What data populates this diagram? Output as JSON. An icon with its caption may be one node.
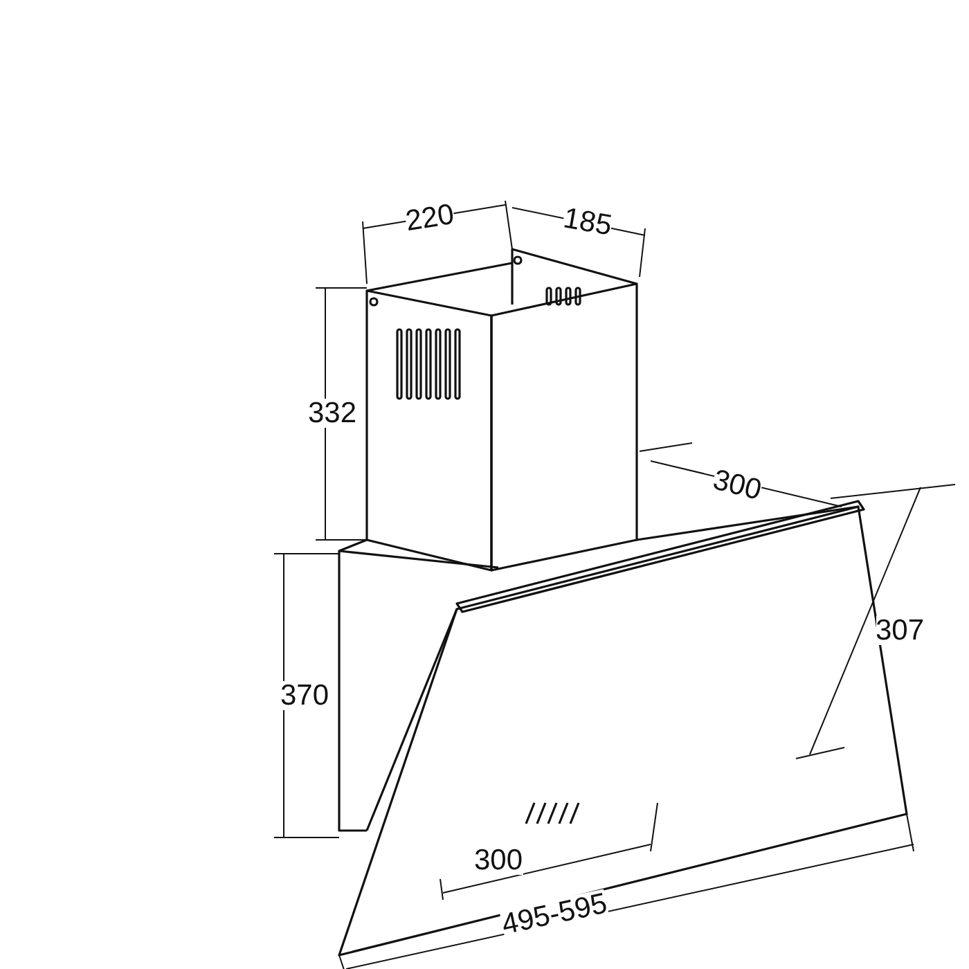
{
  "diagram": {
    "labels": [
      "220",
      "185",
      "332",
      "300",
      "307",
      "370",
      "300",
      "495-595"
    ]
  }
}
